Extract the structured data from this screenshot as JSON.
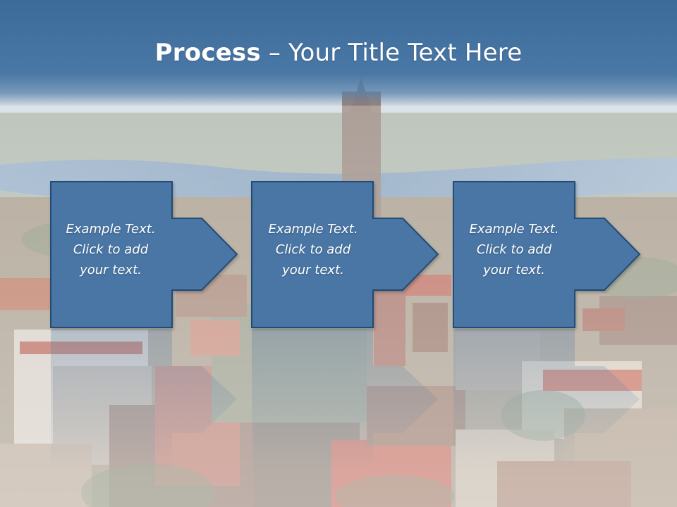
{
  "title": {
    "bold": "Process",
    "dash": "–",
    "rest": "Your Title Text Here"
  },
  "steps": [
    {
      "line1": "Example Text.",
      "line2": "Click  to add",
      "line3": "your text."
    },
    {
      "line1": "Example Text.",
      "line2": "Click  to add",
      "line3": "your text."
    },
    {
      "line1": "Example Text.",
      "line2": "Click  to add",
      "line3": "your text."
    }
  ],
  "colors": {
    "title_band": "#3f6d9c",
    "box_fill": "#4a76a5",
    "box_border": "#244b74",
    "text": "#ffffff"
  }
}
